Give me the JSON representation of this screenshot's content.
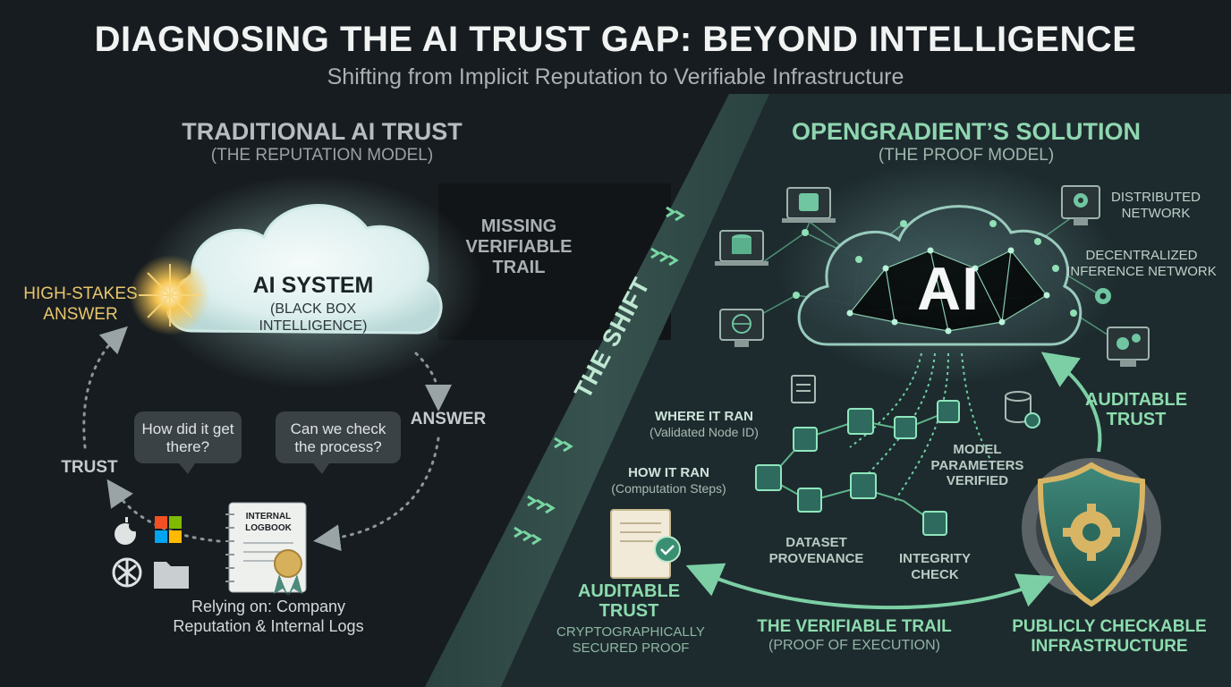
{
  "title": "DIAGNOSING THE AI TRUST GAP: BEYOND INTELLIGENCE",
  "subtitle": "Shifting from Implicit Reputation to Verifiable Infrastructure",
  "left": {
    "heading": "TRADITIONAL AI TRUST",
    "subheading": "(THE REPUTATION MODEL)",
    "cloud_title": "AI SYSTEM",
    "cloud_subtitle": "(BLACK BOX INTELLIGENCE)",
    "missing_trail": "MISSING VERIFIABLE TRAIL",
    "high_stakes": "HIGH-STAKES ANSWER",
    "answer": "ANSWER",
    "trust": "TRUST",
    "bubble_1": "How did it get there?",
    "bubble_2": "Can we check the process?",
    "logbook": "INTERNAL LOGBOOK",
    "relying": "Relying on: Company Reputation & Internal Logs"
  },
  "shift": {
    "label": "THE SHIFT"
  },
  "right": {
    "heading": "OPENGRADIENT’S SOLUTION",
    "subheading": "(THE PROOF MODEL)",
    "cloud_text": "AI",
    "distributed": "DISTRIBUTED NETWORK",
    "decentralized": "DECENTRALIZED INFERENCE NETWORK",
    "where_title": "WHERE IT RAN",
    "where_sub": "(Validated Node ID)",
    "how_title": "HOW IT RAN",
    "how_sub": "(Computation Steps)",
    "model_params": "MODEL PARAMETERS VERIFIED",
    "dataset": "DATASET PROVENANCE",
    "integrity": "INTEGRITY CHECK",
    "auditable_right": "AUDITABLE TRUST",
    "auditable_left": "AUDITABLE TRUST",
    "crypto": "CRYPTOGRAPHICALLY SECURED PROOF",
    "trail_title": "THE VERIFIABLE TRAIL",
    "trail_sub": "(PROOF OF EXECUTION)",
    "public": "PUBLICLY CHECKABLE INFRASTRUCTURE"
  },
  "colors": {
    "background": "#171c20",
    "accent_green": "#8ddcae",
    "gold": "#e8c66b",
    "shield_teal": "#2f6f63"
  }
}
